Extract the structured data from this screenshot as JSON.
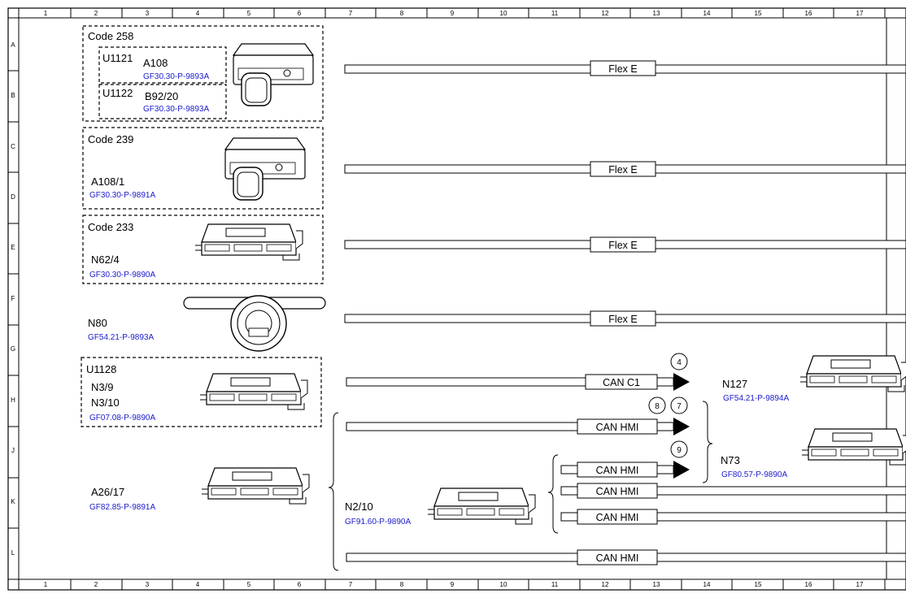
{
  "grid": {
    "columns": [
      "1",
      "2",
      "3",
      "4",
      "5",
      "6",
      "7",
      "8",
      "9",
      "10",
      "11",
      "12",
      "13",
      "14",
      "15",
      "16",
      "17"
    ],
    "rows": [
      "A",
      "B",
      "C",
      "D",
      "E",
      "F",
      "G",
      "H",
      "J",
      "K",
      "L"
    ]
  },
  "groups": {
    "code258": "Code 258",
    "u1121": "U1121",
    "a108": "A108",
    "a108_ref": "GF30.30-P-9893A",
    "u1122": "U1122",
    "b92_20": "B92/20",
    "b92_20_ref": "GF30.30-P-9893A",
    "code239": "Code 239",
    "a108_1": "A108/1",
    "a108_1_ref": "GF30.30-P-9891A",
    "code233": "Code 233",
    "n62_4": "N62/4",
    "n62_4_ref": "GF30.30-P-9890A",
    "n80": "N80",
    "n80_ref": "GF54.21-P-9893A",
    "u1128": "U1128",
    "n3_9": "N3/9",
    "n3_10": "N3/10",
    "n3_ref": "GF07.08-P-9890A",
    "a26_17": "A26/17",
    "a26_17_ref": "GF82.85-P-9891A",
    "n2_10": "N2/10",
    "n2_10_ref": "GF91.60-P-9890A",
    "n127": "N127",
    "n127_ref": "GF54.21-P-9894A",
    "n73": "N73",
    "n73_ref": "GF80.57-P-9890A"
  },
  "buses": {
    "flex1": "Flex E",
    "flex2": "Flex E",
    "flex3": "Flex E",
    "flex4": "Flex E",
    "canc1": "CAN C1",
    "hmi1": "CAN HMI",
    "hmi2": "CAN HMI",
    "hmi3": "CAN HMI",
    "hmi4": "CAN HMI",
    "hmi5": "CAN HMI"
  },
  "markers": {
    "m4": "4",
    "m8": "8",
    "m7": "7",
    "m9": "9"
  }
}
